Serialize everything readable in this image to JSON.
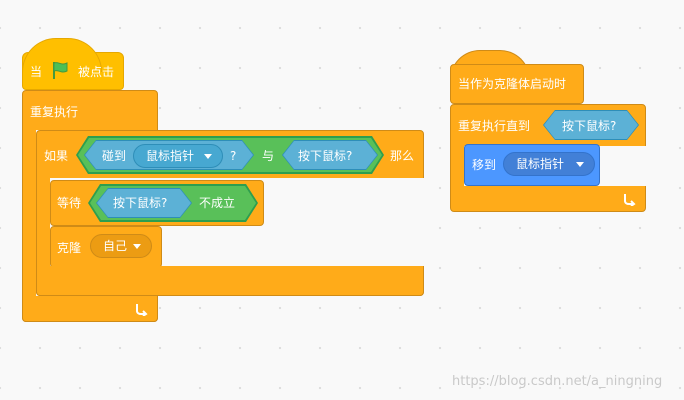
{
  "script1": {
    "hat": {
      "when": "当",
      "clicked": "被点击"
    },
    "forever": "重复执行",
    "if_block": {
      "if": "如果",
      "touching": "碰到",
      "mouse_pointer": "鼠标指针",
      "question": "?",
      "and": "与",
      "mouse_down": "按下鼠标?",
      "then": "那么"
    },
    "wait_block": {
      "wait_until": "等待",
      "mouse_down": "按下鼠标?",
      "not": "不成立"
    },
    "clone_block": {
      "clone": "克隆",
      "myself": "自己"
    }
  },
  "script2": {
    "hat": "当作为克隆体启动时",
    "repeat_until": "重复执行直到",
    "mouse_down": "按下鼠标?",
    "goto_block": {
      "go_to": "移到",
      "mouse_pointer": "鼠标指针"
    }
  },
  "watermark": "https://blog.csdn.net/a_ningning",
  "colors": {
    "events": "#ffbf00",
    "control": "#ffab19",
    "operators": "#59c059",
    "sensing": "#5cb1d6",
    "motion": "#4c97ff"
  }
}
